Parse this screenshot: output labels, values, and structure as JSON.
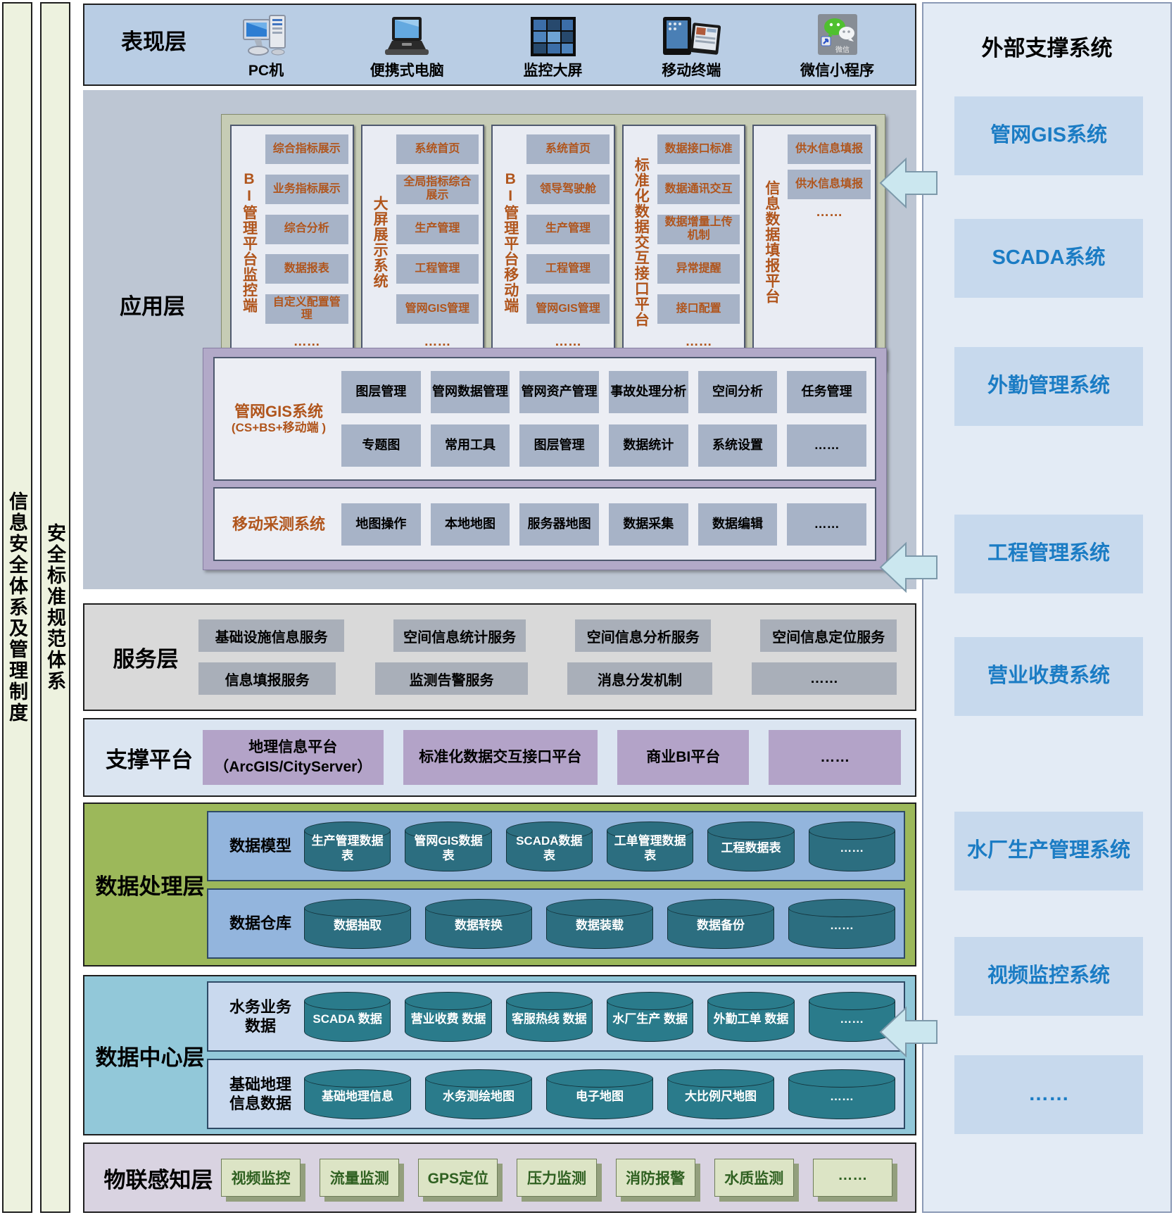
{
  "left_bars": [
    {
      "label": "信息安全体系及管理制度"
    },
    {
      "label": "安全标准规范体系"
    }
  ],
  "presentation": {
    "label": "表现层",
    "wechat_badge": "微信",
    "devices": [
      {
        "icon": "pc-icon",
        "label": "PC机"
      },
      {
        "icon": "laptop-icon",
        "label": "便携式电脑"
      },
      {
        "icon": "screen-wall-icon",
        "label": "监控大屏"
      },
      {
        "icon": "tablet-icon",
        "label": "移动终端"
      },
      {
        "icon": "wechat-icon",
        "label": "微信小程序"
      }
    ]
  },
  "application": {
    "label": "应用层",
    "columns": [
      {
        "title": "BI管理平台监控端",
        "items": [
          "综合指标展示",
          "业务指标展示",
          "综合分析",
          "数据报表",
          "自定义配置管理"
        ],
        "more": "……"
      },
      {
        "title": "大屏展示系统",
        "items": [
          "系统首页",
          "全局指标综合展示",
          "生产管理",
          "工程管理",
          "管网GIS管理"
        ],
        "more": "……"
      },
      {
        "title": "BI管理平台移动端",
        "items": [
          "系统首页",
          "领导驾驶舱",
          "生产管理",
          "工程管理",
          "管网GIS管理"
        ],
        "more": "……"
      },
      {
        "title": "标准化数据交互接口平台",
        "items": [
          "数据接口标准",
          "数据通讯交互",
          "数据增量上传机制",
          "异常提醒",
          "接口配置"
        ],
        "more": "……"
      },
      {
        "title": "信息数据填报平台",
        "items": [
          "供水信息填报",
          "供水信息填报"
        ],
        "more": "……"
      }
    ],
    "gis_panel": {
      "title": "管网GIS系统",
      "subtitle": "(CS+BS+移动端 )",
      "rows": [
        [
          "图层管理",
          "管网数据管理",
          "管网资产管理",
          "事故处理分析",
          "空间分析",
          "任务管理"
        ],
        [
          "专题图",
          "常用工具",
          "图层管理",
          "数据统计",
          "系统设置",
          "……"
        ]
      ]
    },
    "mobile_panel": {
      "title": "移动采测系统",
      "items": [
        "地图操作",
        "本地地图",
        "服务器地图",
        "数据采集",
        "数据编辑",
        "……"
      ]
    }
  },
  "service": {
    "label": "服务层",
    "rows": [
      [
        "基础设施信息服务",
        "空间信息统计服务",
        "空间信息分析服务",
        "空间信息定位服务"
      ],
      [
        "信息填报服务",
        "监测告警服务",
        "消息分发机制",
        "……"
      ]
    ]
  },
  "support": {
    "label": "支撑平台",
    "items": [
      "地理信息平台\n（ArcGIS/CityServer）",
      "标准化数据交互接口平台",
      "商业BI平台",
      "……"
    ]
  },
  "data_processing": {
    "label": "数据处理层",
    "rows": [
      {
        "title": "数据模型",
        "cylinders": [
          "生产管理数据表",
          "管网GIS数据表",
          "SCADA数据表",
          "工单管理数据表",
          "工程数据表",
          "……"
        ]
      },
      {
        "title": "数据仓库",
        "cylinders": [
          "数据抽取",
          "数据转换",
          "数据装载",
          "数据备份",
          "……"
        ]
      }
    ]
  },
  "data_center": {
    "label": "数据中心层",
    "rows": [
      {
        "title": "水务业务\n数据",
        "cylinders": [
          "SCADA\n数据",
          "营业收费\n数据",
          "客服热线\n数据",
          "水厂生产\n数据",
          "外勤工单\n数据",
          "……"
        ]
      },
      {
        "title": "基础地理\n信息数据",
        "cylinders": [
          "基础地理信息",
          "水务测绘地图",
          "电子地图",
          "大比例尺地图",
          "……"
        ]
      }
    ]
  },
  "iot": {
    "label": "物联感知层",
    "items": [
      "视频监控",
      "流量监测",
      "GPS定位",
      "压力监测",
      "消防报警",
      "水质监测",
      "……"
    ]
  },
  "external": {
    "title": "外部支撑系统",
    "systems": [
      "管网GIS系统",
      "SCADA系统",
      "外勤管理系统",
      "工程管理系统",
      "营业收费系统",
      "水厂生产管理系统",
      "视频监控系统",
      "……"
    ]
  },
  "colors": {
    "accent_orange": "#b0551c",
    "external_blue": "#1b7cc4",
    "presentation_bg": "#b9cde4",
    "application_bg": "#bdc6d3",
    "green_container": "#c6ccb5",
    "purple_container": "#b2a9c8",
    "item_box": "#a7b3c7",
    "service_bg": "#d9d9d9",
    "service_box": "#a9afb9",
    "support_bg": "#dbe5f1",
    "support_box": "#b3a3c8",
    "dataproc_bg": "#9cb85a",
    "dataproc_row": "#93b5dd",
    "cylinder_teal": "#2c6e80",
    "datacenter_bg": "#92c8d9",
    "datacenter_row": "#c9d9ee",
    "iot_bg": "#d9d3e1",
    "iot_box": "#dce4c5",
    "iot_text": "#2f6021",
    "sidebar_bg": "#e3ebf5",
    "sidebar_box": "#c7d9ed",
    "leftbar_bg": "#edf2df",
    "arrow_fill": "#cbe7ef"
  }
}
